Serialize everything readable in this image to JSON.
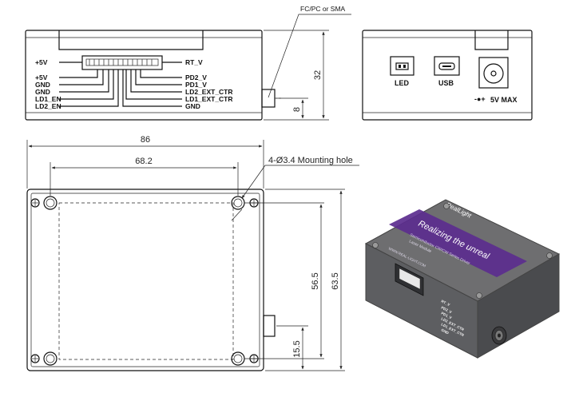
{
  "front_view": {
    "connector_callout": "FC/PC or SMA",
    "left_pins": [
      "+5V",
      "+5V",
      "GND",
      "GND",
      "LD1_EN",
      "LD2_EN"
    ],
    "right_pins": [
      "RT_V",
      "PD2_V",
      "PD1_V",
      "LD2_EXT_CTR",
      "LD1_EXT_CTR",
      "GND"
    ],
    "dim_height": "32",
    "dim_fiber_offset": "8"
  },
  "rear_view": {
    "led_label": "LED",
    "usb_label": "USB",
    "power_label": "5V MAX"
  },
  "top_view": {
    "dim_width": "86",
    "dim_hole_spacing_x": "68.2",
    "hole_callout": "4-Ø3.4  Mounting hole",
    "dim_height": "63.5",
    "dim_hole_spacing_y": "56.5",
    "dim_fiber_offset": "15.5"
  },
  "product_render": {
    "brand": "RealLight",
    "slogan": "Realizing the unreal",
    "subtitle": "Semiconductor CW/CW Series Driver",
    "model": "Laser Module",
    "website": "WWW.REAL-LIGHT.COM",
    "pins": [
      "RT_V",
      "PD2_V",
      "PD1_V",
      "LD2_EXT_CTR",
      "LD1_EXT_CTR",
      "GND"
    ],
    "colors": {
      "body": "#6e6e70",
      "band": "#5b2d8e"
    }
  }
}
